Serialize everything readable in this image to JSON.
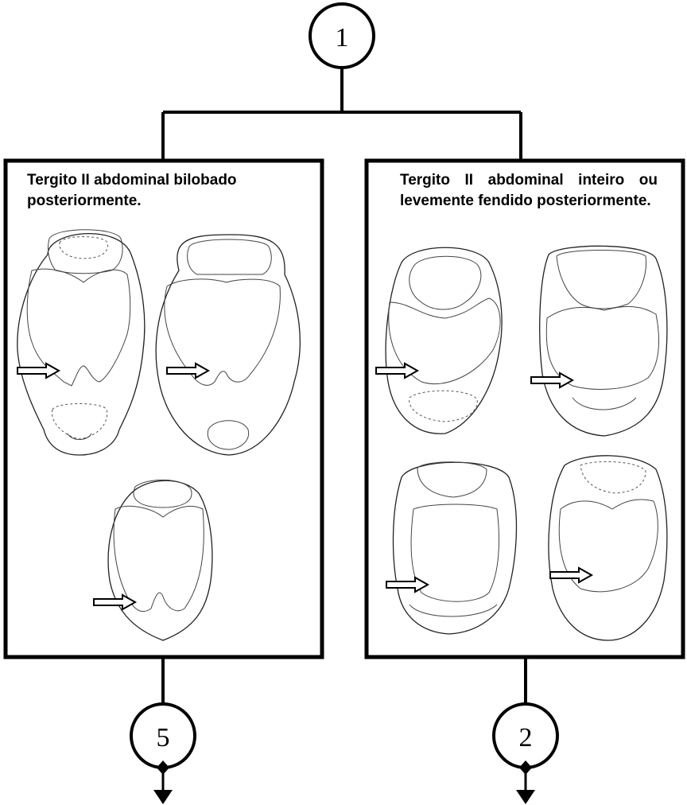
{
  "nodes": {
    "top": "1",
    "left_result": "5",
    "right_result": "2"
  },
  "panels": {
    "left": {
      "caption": "Tergito II abdominal bilobado posteriormente."
    },
    "right": {
      "caption": "Tergito II abdominal inteiro ou levemente fendido posteriormente."
    }
  },
  "colors": {
    "line": "#000000",
    "background": "#ffffff"
  }
}
